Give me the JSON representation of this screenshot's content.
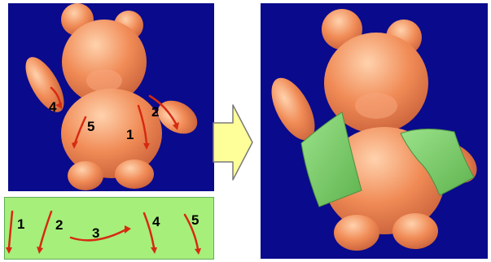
{
  "colors": {
    "background_panel": "#0a0a8c",
    "bear_body": "#f08a55",
    "bear_highlight": "#ffc79e",
    "bear_shadow": "#c8603a",
    "stroke_red": "#d62a12",
    "vest_green": "#7ad36a",
    "strip_green": "#a6ef7a",
    "arrow_fill": "#ffff99",
    "arrow_stroke": "#7a7a7a"
  },
  "sketch_labels": [
    "4",
    "2",
    "5",
    "1"
  ],
  "strip_labels": [
    "1",
    "2",
    "3",
    "4",
    "5"
  ]
}
